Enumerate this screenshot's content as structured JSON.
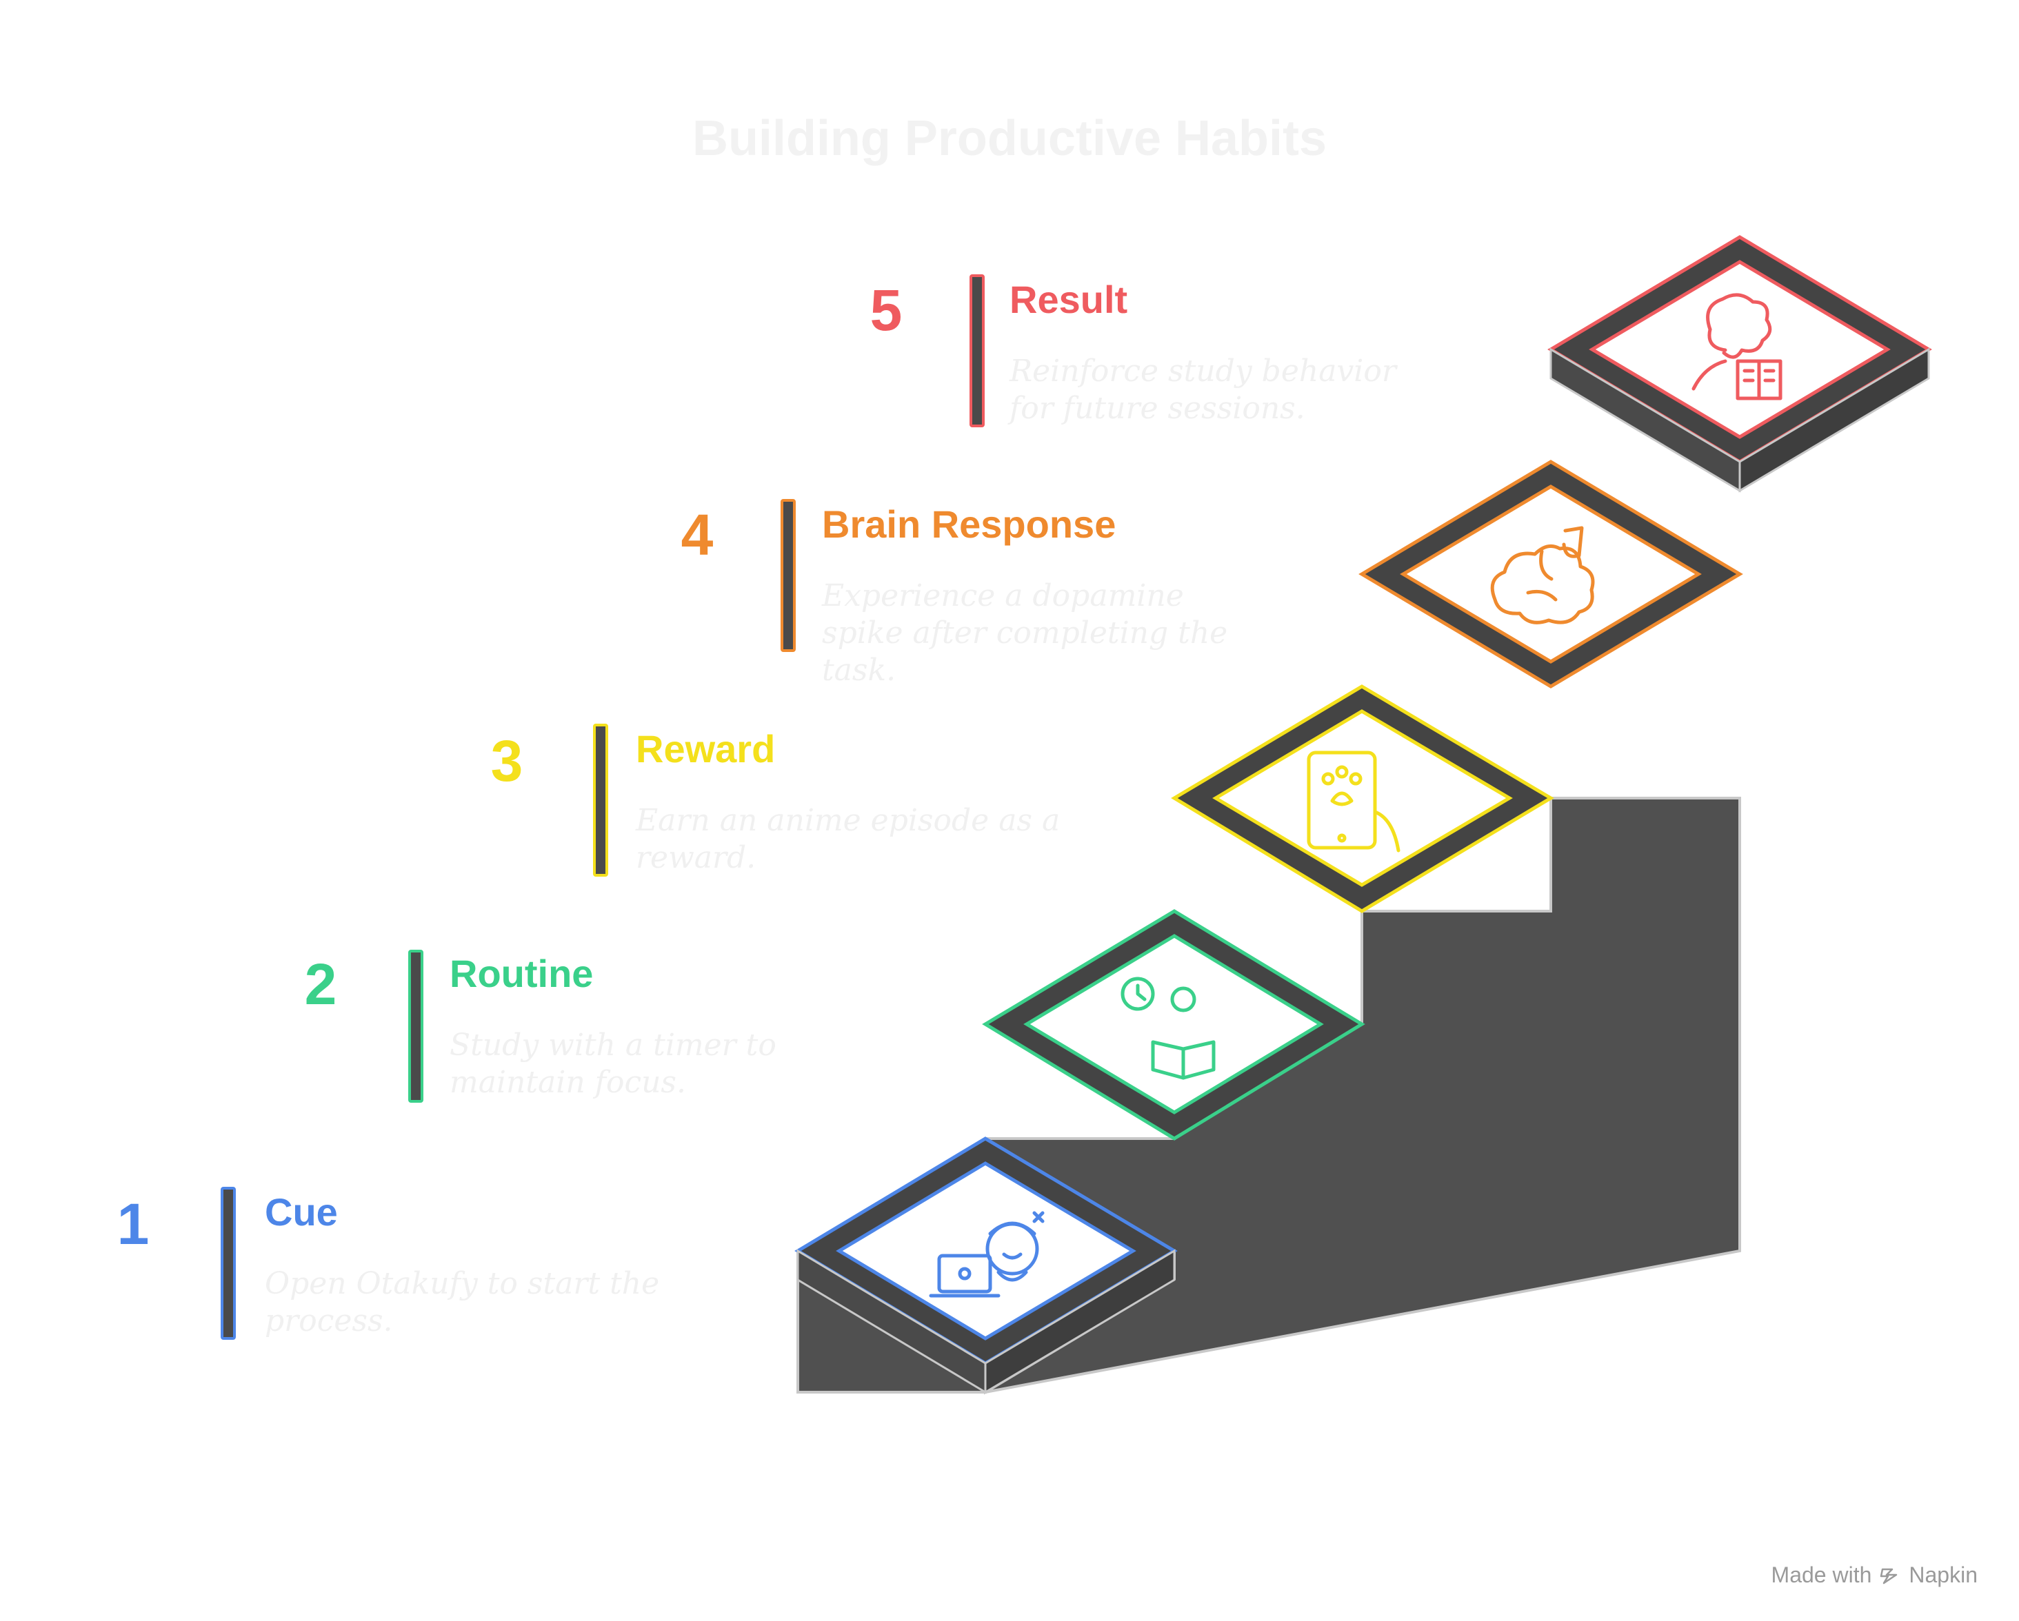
{
  "title": "Building Productive Habits",
  "steps": [
    {
      "number": "1",
      "label": "Cue",
      "description": "Open Otakufy to start the process.",
      "color": "#4d86e8",
      "icon": "anime-character-laptop-icon"
    },
    {
      "number": "2",
      "label": "Routine",
      "description": "Study with a timer to maintain focus.",
      "color": "#3ad08a",
      "icon": "study-timer-icon"
    },
    {
      "number": "3",
      "label": "Reward",
      "description": "Earn an anime episode as a reward.",
      "color": "#f4e01c",
      "icon": "tablet-reward-icon"
    },
    {
      "number": "4",
      "label": "Brain Response",
      "description": "Experience a dopamine spike after completing the task.",
      "color": "#ef8a2e",
      "icon": "brain-muscle-icon"
    },
    {
      "number": "5",
      "label": "Result",
      "description": "Reinforce study behavior for future sessions.",
      "color": "#ef5b5f",
      "icon": "person-reading-icon"
    }
  ],
  "footer": {
    "prefix": "Made with",
    "brand": "Napkin",
    "icon": "napkin-logo-icon"
  }
}
